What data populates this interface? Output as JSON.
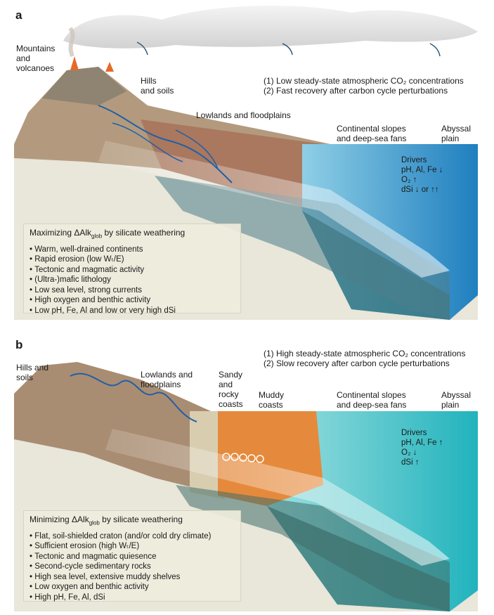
{
  "panel_a": {
    "letter": "a",
    "labels": {
      "mountains": [
        "Mountains",
        "and",
        "volcanoes"
      ],
      "hills": [
        "Hills",
        "and soils"
      ],
      "lowlands": "Lowlands and floodplains",
      "slopes": [
        "Continental slopes",
        "and deep-sea fans"
      ],
      "abyssal": [
        "Abyssal",
        "plain"
      ]
    },
    "outcomes": [
      "(1) Low steady-state atmospheric CO₂ concentrations",
      "(2) Fast recovery after carbon cycle perturbations"
    ],
    "drivers": {
      "title": "Drivers",
      "lines": [
        "pH, Al, Fe ↓",
        "O₂ ↑",
        "dSi ↓ or ↑↑"
      ]
    },
    "box": {
      "title": "Maximizing ΔAlk",
      "title_sub": "glob",
      "title_rest": " by silicate weathering",
      "items": [
        "Warm, well-drained continents",
        "Rapid erosion (low Wₜ/E)",
        "Tectonic and magmatic activity",
        "(Ultra-)mafic lithology",
        "Low sea level, strong currents",
        "High oxygen and benthic activity",
        "Low pH, Fe, Al and low or very high dSi"
      ]
    }
  },
  "panel_b": {
    "letter": "b",
    "labels": {
      "hills": [
        "Hills and",
        "soils"
      ],
      "lowlands": [
        "Lowlands and",
        "floodplains"
      ],
      "sandy": [
        "Sandy",
        "and",
        "rocky",
        "coasts"
      ],
      "muddy": [
        "Muddy",
        "coasts"
      ],
      "slopes": [
        "Continental slopes",
        "and deep-sea fans"
      ],
      "abyssal": [
        "Abyssal",
        "plain"
      ]
    },
    "outcomes": [
      "(1) High steady-state atmospheric CO₂ concentrations",
      "(2) Slow recovery after carbon cycle perturbations"
    ],
    "drivers": {
      "title": "Drivers",
      "lines": [
        "pH, Al, Fe ↑",
        "O₂ ↓",
        "dSi ↑"
      ]
    },
    "box": {
      "title": "Minimizing ΔAlk",
      "title_sub": "glob",
      "title_rest": " by silicate weathering",
      "items": [
        "Flat, soil-shielded craton (and/or cold dry climate)",
        "Sufficient erosion (high Wₜ/E)",
        "Tectonic and magmatic quiesence",
        "Second-cycle sedimentary rocks",
        "High sea level, extensive muddy shelves",
        "Low oxygen and benthic activity",
        "High pH, Fe, Al, dSi"
      ]
    }
  },
  "colors": {
    "ocean_a": "#2a8fc4",
    "ocean_b": "#2bb3b8",
    "land_brown": "#9a7d66",
    "land_tan": "#d9cdb0",
    "mud_orange": "#e58a3c",
    "river_blue": "#1f5fa8"
  }
}
